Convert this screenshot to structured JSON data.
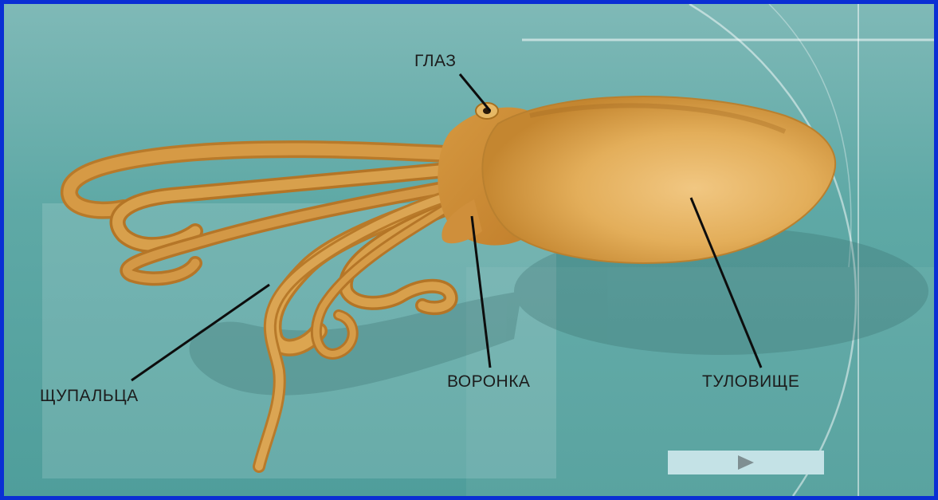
{
  "labels": {
    "eye": "ГЛАЗ",
    "tentacles": "ЩУПАЛЬЦА",
    "funnel": "ВОРОНКА",
    "body": "ТУЛОВИЩЕ"
  },
  "controls": {
    "next_icon": "play-icon"
  },
  "colors": {
    "frame": "#0a2fd4",
    "background": "#5fa9a6",
    "octopus": "#d99a3c",
    "label_text": "#1c1c1c",
    "button": "#c4e2e6"
  }
}
